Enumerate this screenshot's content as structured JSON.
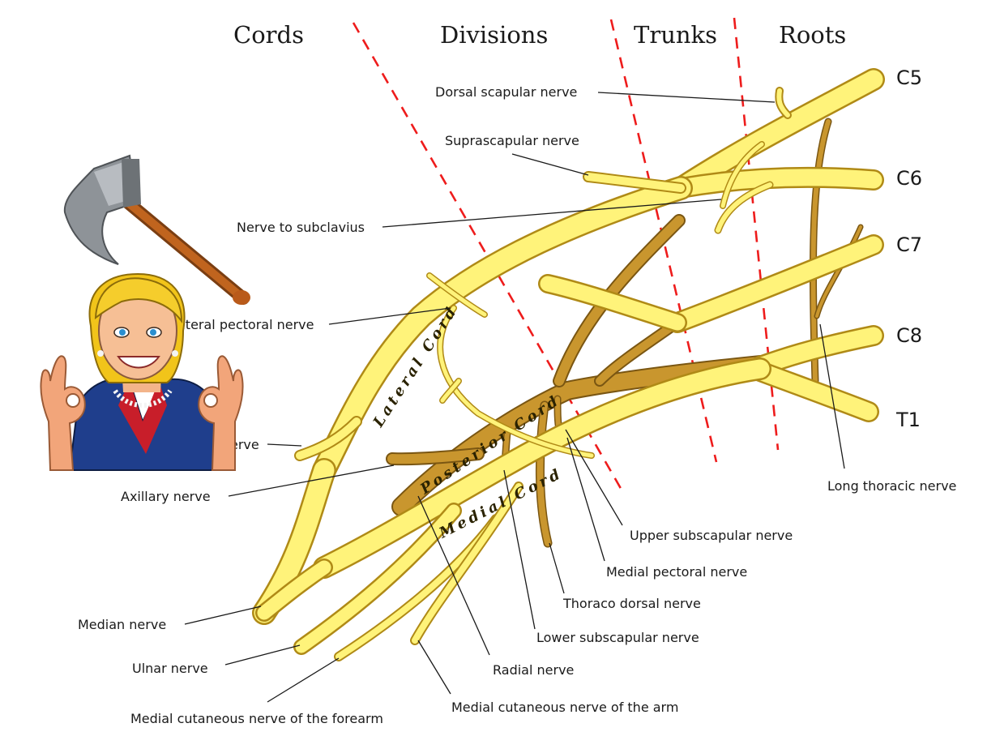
{
  "headers": {
    "cords": "Cords",
    "divisions": "Divisions",
    "trunks": "Trunks",
    "roots": "Roots"
  },
  "roots": {
    "c5": "C5",
    "c6": "C6",
    "c7": "C7",
    "c8": "C8",
    "t1": "T1"
  },
  "cord_labels": {
    "lateral": "Lateral Cord",
    "posterior": "Posterior Cord",
    "medial": "Medial Cord"
  },
  "nerves": {
    "dorsal_scapular": "Dorsal scapular nerve",
    "suprascapular": "Suprascapular nerve",
    "subclavius": "Nerve to subclavius",
    "lateral_pectoral": "ateral pectoral nerve",
    "musculocutaneous": "erve",
    "axillary": "Axillary nerve",
    "median": "Median nerve",
    "ulnar": "Ulnar nerve",
    "medial_cutaneous_forearm": "Medial cutaneous nerve of the forearm",
    "medial_cutaneous_arm": "Medial cutaneous nerve of the arm",
    "radial": "Radial nerve",
    "lower_subscapular": "Lower subscapular nerve",
    "thoraco_dorsal": "Thoraco dorsal nerve",
    "medial_pectoral": "Medial pectoral nerve",
    "upper_subscapular": "Upper subscapular nerve",
    "long_thoracic": "Long thoracic nerve"
  },
  "colors": {
    "nerve_yellow": "#fff37a",
    "nerve_outline": "#b08a16",
    "posterior_brown": "#c9962e",
    "divider_red": "#ee1c1c"
  },
  "stickers": {
    "axe": "axe-icon",
    "person": "cartoon-woman-ok-hands"
  }
}
